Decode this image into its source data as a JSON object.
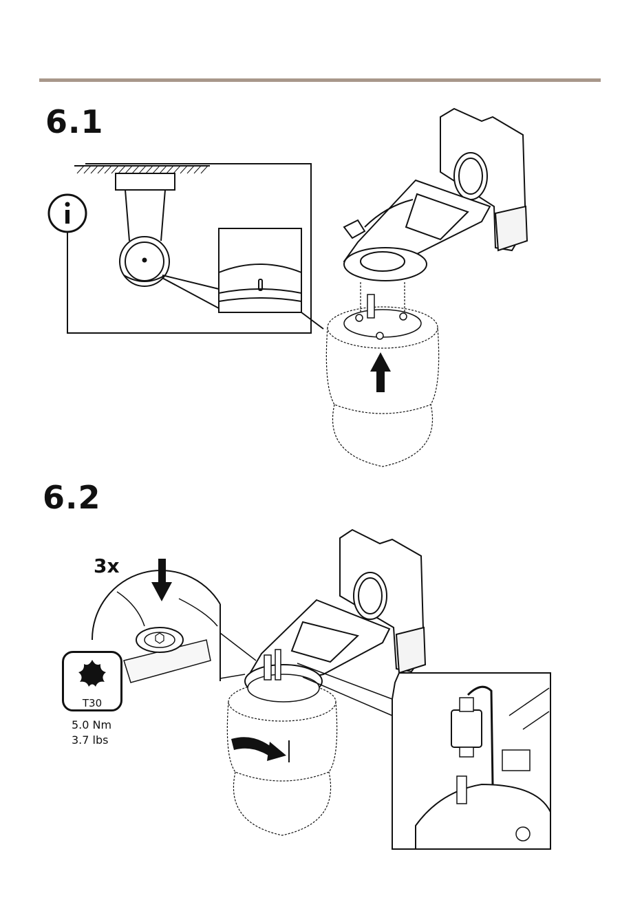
{
  "steps": [
    {
      "number": "6.1",
      "info_icon": "info-icon"
    },
    {
      "number": "6.2",
      "multiplier": "3x",
      "tool": "T30",
      "torque_nm": "5.0 Nm",
      "torque_lbs": "3.7 lbs"
    }
  ],
  "colors": {
    "rule": "#a8978a",
    "ink": "#111111"
  },
  "icons": [
    "info-icon",
    "torx-icon",
    "push-arrow-icon",
    "rotate-arrow-icon",
    "down-arrow-icon"
  ]
}
